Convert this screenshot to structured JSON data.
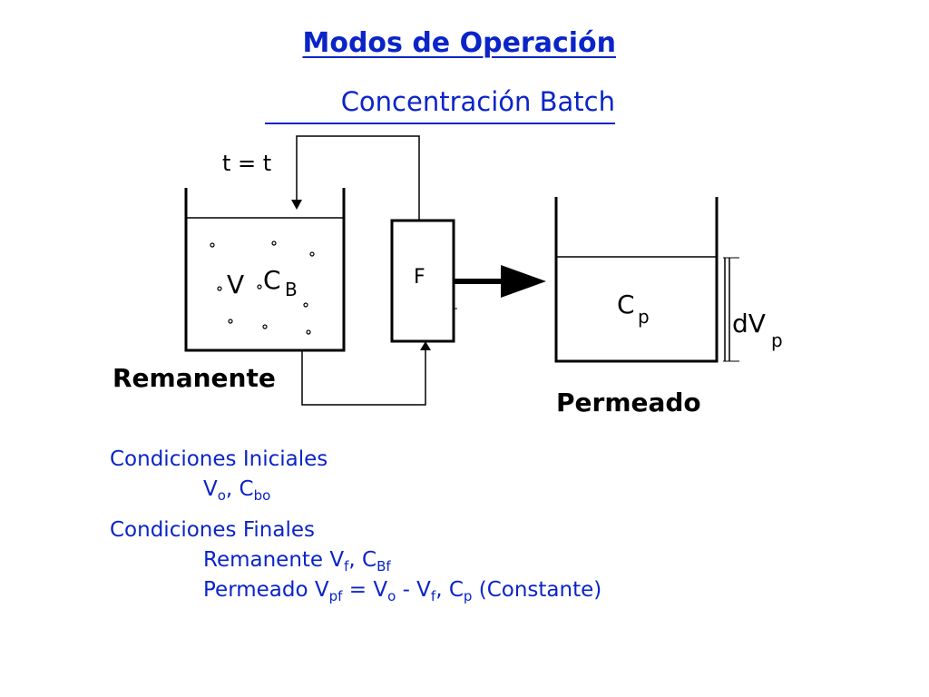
{
  "title": {
    "main": "Modos de Operación",
    "sub": "Concentración Batch"
  },
  "diagram": {
    "time_label": "t = t",
    "filter_label": "F",
    "tank_left": {
      "v": "V",
      "c": "C",
      "c_sub": "B",
      "name": "Remanente"
    },
    "tank_right": {
      "c": "C",
      "c_sub": "p",
      "dv": "dV",
      "dv_sub": "p",
      "name": "Permeado"
    }
  },
  "conditions": {
    "initial_heading": "Condiciones Iniciales",
    "initial_v": "V",
    "initial_v_sub": "o",
    "initial_sep": ", C",
    "initial_c_sub": "bo",
    "final_heading": "Condiciones Finales",
    "final_rem_prefix": "Remanente V",
    "final_rem_v_sub": "f",
    "final_rem_sep": ", C",
    "final_rem_c_sub": "Bf",
    "final_perm_prefix": "Permeado V",
    "final_perm_v_sub": "pf",
    "final_perm_mid": " = V",
    "final_perm_vo_sub": "o",
    "final_perm_minus": " - V",
    "final_perm_vf_sub": "f",
    "final_perm_sep": ", C",
    "final_perm_c_sub": "p",
    "final_perm_suffix": " (Constante)"
  },
  "colors": {
    "heading": "#0b24c8",
    "diagram": "#000000"
  }
}
